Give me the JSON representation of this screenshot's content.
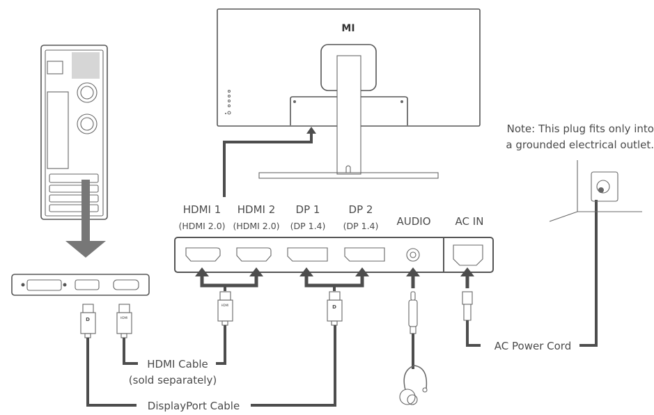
{
  "monitor": {
    "logo": "MI"
  },
  "ports": [
    {
      "name": "HDMI 1",
      "spec": "(HDMI 2.0)"
    },
    {
      "name": "HDMI 2",
      "spec": "(HDMI 2.0)"
    },
    {
      "name": "DP 1",
      "spec": "(DP 1.4)"
    },
    {
      "name": "DP 2",
      "spec": "(DP 1.4)"
    },
    {
      "name": "AUDIO",
      "spec": ""
    },
    {
      "name": "AC IN",
      "spec": ""
    }
  ],
  "note": {
    "line1": "Note: This plug fits only into",
    "line2": "a grounded electrical outlet."
  },
  "cables": {
    "hdmi_line1": "HDMI Cable",
    "hdmi_line2": "(sold separately)",
    "displayport": "DisplayPort Cable",
    "power": "AC Power Cord"
  },
  "connector_labels": {
    "hdmi": "HDMI",
    "dp": "D"
  },
  "colors": {
    "line": "#555555",
    "cable": "#4d4d4d",
    "arrow": "#666666",
    "text": "#4a4a4a"
  }
}
